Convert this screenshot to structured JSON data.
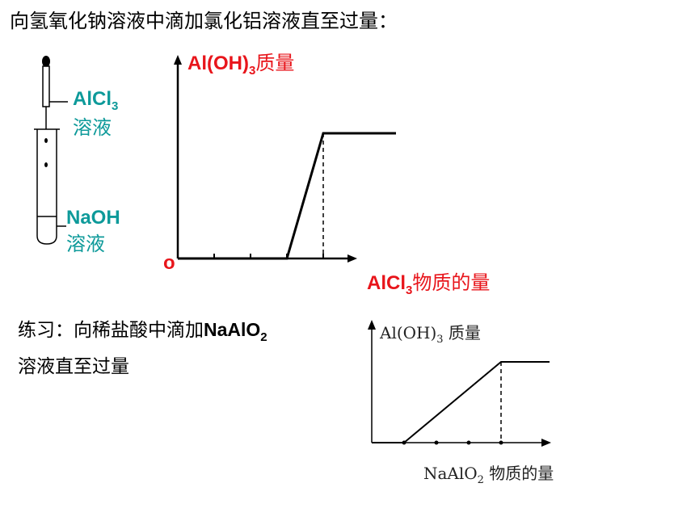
{
  "title": "向氢氧化钠溶液中滴加氯化铝溶液直至过量：",
  "apparatus": {
    "dropper_label": "AlCl",
    "dropper_label_sub": "3",
    "dropper_label_2": "溶液",
    "tube_label": "NaOH",
    "tube_label_2": "溶液"
  },
  "exercise": {
    "line1": "练习：向稀盐酸中滴加",
    "line1_formula": "NaAlO",
    "line1_sub": "2",
    "line2": "溶液直至过量"
  },
  "colors": {
    "red": "#e8151b",
    "teal": "#0e9a9a",
    "line": "#000000"
  },
  "chart_data": [
    {
      "type": "line",
      "ylabel": "Al(OH)3质量",
      "ylabel_parts": {
        "pre": "Al(OH)",
        "sub": "3",
        "post": "质量"
      },
      "xlabel": "AlCl3物质的量",
      "xlabel_parts": {
        "pre": "AlCl",
        "sub": "3",
        "post": "物质的量"
      },
      "origin_label": "o",
      "x_ticks": [
        1,
        2,
        3,
        4
      ],
      "xlim": [
        0,
        6
      ],
      "ylim": [
        0,
        1.5
      ],
      "series": [
        {
          "x": [
            0,
            3,
            4,
            6
          ],
          "y": [
            0,
            0,
            1,
            1
          ]
        }
      ],
      "dashed_drop": {
        "x": 4,
        "y": 1
      }
    },
    {
      "type": "line",
      "ylabel": "Al(OH)3 质量",
      "ylabel_parts": {
        "pre": "Al(OH)",
        "sub": "3",
        "post": " 质量"
      },
      "xlabel": "NaAlO2 物质的量",
      "xlabel_parts": {
        "pre": "NaAlO",
        "sub": "2",
        "post": " 物质的量"
      },
      "x_ticks": [
        1,
        2,
        3,
        4
      ],
      "xlim": [
        0,
        5.5
      ],
      "ylim": [
        0,
        1.4
      ],
      "series": [
        {
          "x": [
            0,
            1,
            4,
            5.5
          ],
          "y": [
            0,
            0,
            1,
            1
          ]
        }
      ],
      "dashed_drop": {
        "x": 4,
        "y": 1
      }
    }
  ]
}
